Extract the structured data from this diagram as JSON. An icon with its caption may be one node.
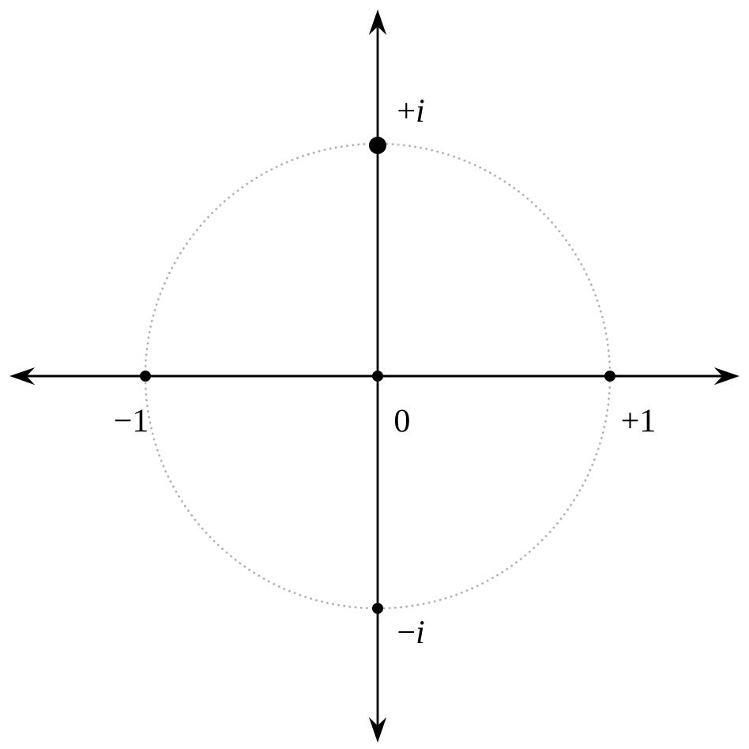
{
  "diagram": {
    "labels": [
      "+*i*",
      "−1",
      "0",
      "+1",
      "−*i*"
    ]
  }
}
